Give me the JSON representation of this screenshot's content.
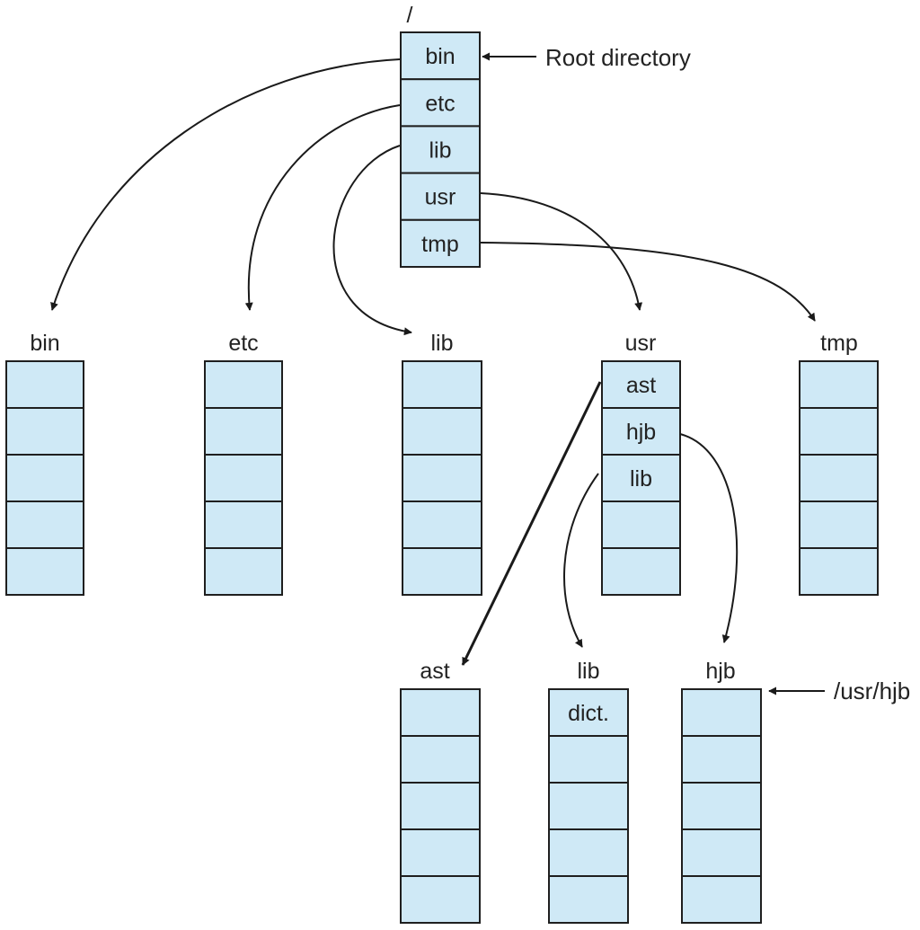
{
  "colors": {
    "cell_fill": "#cfe9f6",
    "border": "#1f1f1f",
    "line": "#1a1a1a",
    "text": "#222222"
  },
  "root": {
    "title": "/",
    "entries": [
      "bin",
      "etc",
      "lib",
      "usr",
      "tmp"
    ]
  },
  "root_callout": "Root directory",
  "hjb_callout": "/usr/hjb",
  "directories": {
    "bin": {
      "title": "bin",
      "entries": [
        "",
        "",
        "",
        "",
        ""
      ]
    },
    "etc": {
      "title": "etc",
      "entries": [
        "",
        "",
        "",
        "",
        ""
      ]
    },
    "lib": {
      "title": "lib",
      "entries": [
        "",
        "",
        "",
        "",
        ""
      ]
    },
    "usr": {
      "title": "usr",
      "entries": [
        "ast",
        "hjb",
        "lib",
        "",
        ""
      ]
    },
    "tmp": {
      "title": "tmp",
      "entries": [
        "",
        "",
        "",
        "",
        ""
      ]
    },
    "usr_ast": {
      "title": "ast",
      "entries": [
        "",
        "",
        "",
        "",
        ""
      ]
    },
    "usr_lib": {
      "title": "lib",
      "entries": [
        "dict.",
        "",
        "",
        "",
        ""
      ]
    },
    "usr_hjb": {
      "title": "hjb",
      "entries": [
        "",
        "",
        "",
        "",
        ""
      ]
    }
  }
}
